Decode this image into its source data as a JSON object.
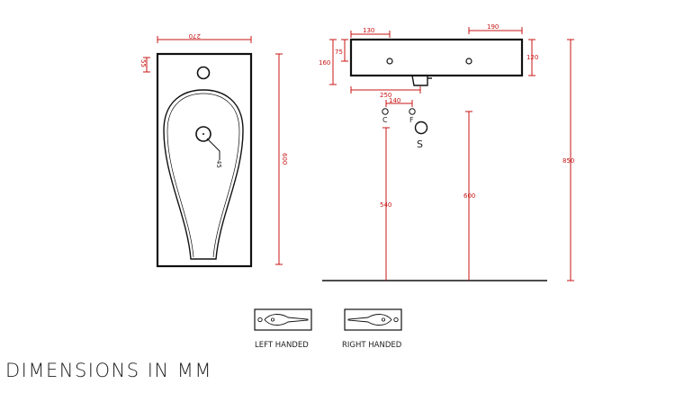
{
  "plan_view": {
    "width_label": "270",
    "top_offset_label": "55",
    "length_label": "600",
    "drain_label": "45"
  },
  "side_view": {
    "tap_left_label": "130",
    "tap_right_label": "190",
    "height_label": "160",
    "tap_height_label": "75",
    "right_height_label": "120",
    "drain_offset_label": "250",
    "supply_spacing_label": "140",
    "cold_label": "C",
    "hot_label": "F",
    "waste_label": "S",
    "supply_height_label": "540",
    "waste_height_label": "600",
    "total_height_label": "850"
  },
  "variants": {
    "left_label": "LEFT HANDED",
    "right_label": "RIGHT HANDED"
  },
  "footer": {
    "title": "DIMENSIONS IN MM"
  }
}
